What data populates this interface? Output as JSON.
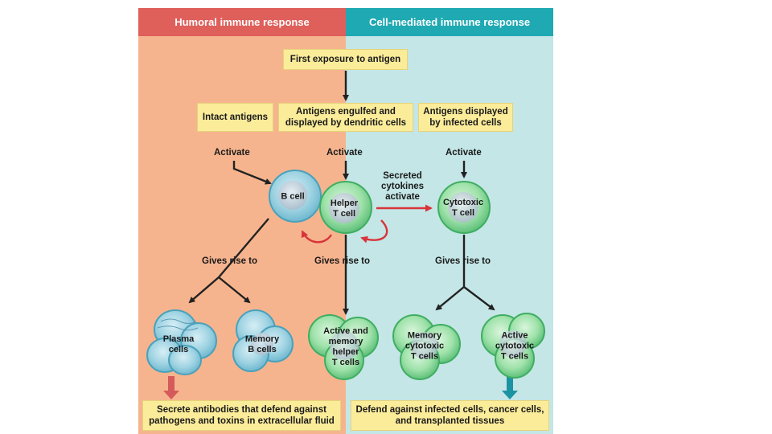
{
  "headers": {
    "left": "Humoral immune response",
    "right": "Cell-mediated immune response"
  },
  "boxes": {
    "first_exposure": "First exposure to antigen",
    "intact_antigens": "Intact antigens",
    "engulfed": "Antigens engulfed and displayed by dendritic cells",
    "displayed_infected": "Antigens displayed by infected cells",
    "secrete_antibodies": "Secrete antibodies that defend against pathogens and toxins in extracellular fluid",
    "defend_against": "Defend against infected cells, cancer cells, and transplanted tissues"
  },
  "labels": {
    "activate_1": "Activate",
    "activate_2": "Activate",
    "activate_3": "Activate",
    "secreted_cytokines": "Secreted\ncytokines\nactivate",
    "gives_rise_1": "Gives rise to",
    "gives_rise_2": "Gives rise to",
    "gives_rise_3": "Gives rise to"
  },
  "cells": {
    "b_cell": "B cell",
    "helper_t": "Helper\nT cell",
    "cytotoxic_t": "Cytotoxic\nT cell",
    "plasma": "Plasma\ncells",
    "memory_b": "Memory\nB cells",
    "active_memory_helper": "Active and\nmemory\nhelper\nT cells",
    "memory_cytotoxic": "Memory\ncytotoxic\nT cells",
    "active_cytotoxic": "Active\ncytotoxic\nT cells"
  },
  "colors": {
    "humoral_header": "#df5f5b",
    "cell_mediated_header": "#1fa9b3",
    "humoral_bg": "#f6b48e",
    "cell_mediated_bg": "#c4e6e6",
    "box_fill": "#fbec9a",
    "arrow": "#222222",
    "cytokine_arrow": "#d8343a",
    "b_cell_fill": "#8fd0df",
    "t_cell_fill": "#86dca0"
  }
}
